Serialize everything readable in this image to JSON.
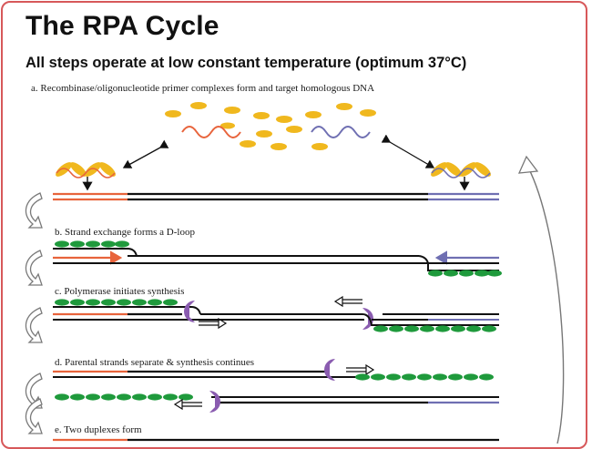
{
  "title": "The RPA Cycle",
  "subtitle": "All steps operate at low constant temperature (optimum 37°C)",
  "steps": [
    "a. Recombinase/oligonucleotide primer complexes form and target homologous DNA",
    "b. Strand exchange forms a D-loop",
    "c. Polymerase initiates synthesis",
    "d. Parental strands separate & synthesis continues",
    "e. Two duplexes form"
  ],
  "colors": {
    "frame": "#d7585a",
    "dna": "#111111",
    "forward_primer": "#e8643c",
    "reverse_primer": "#6f6fb2",
    "recombinase": "#f0b81e",
    "ssb": "#1f9a3c",
    "polymerase": "#8a5cb0"
  },
  "icons": [
    "recombinase-protein-icon",
    "single-strand-binding-protein-icon",
    "polymerase-icon",
    "synthesis-direction-arrow-icon",
    "cycle-arrow-icon"
  ]
}
